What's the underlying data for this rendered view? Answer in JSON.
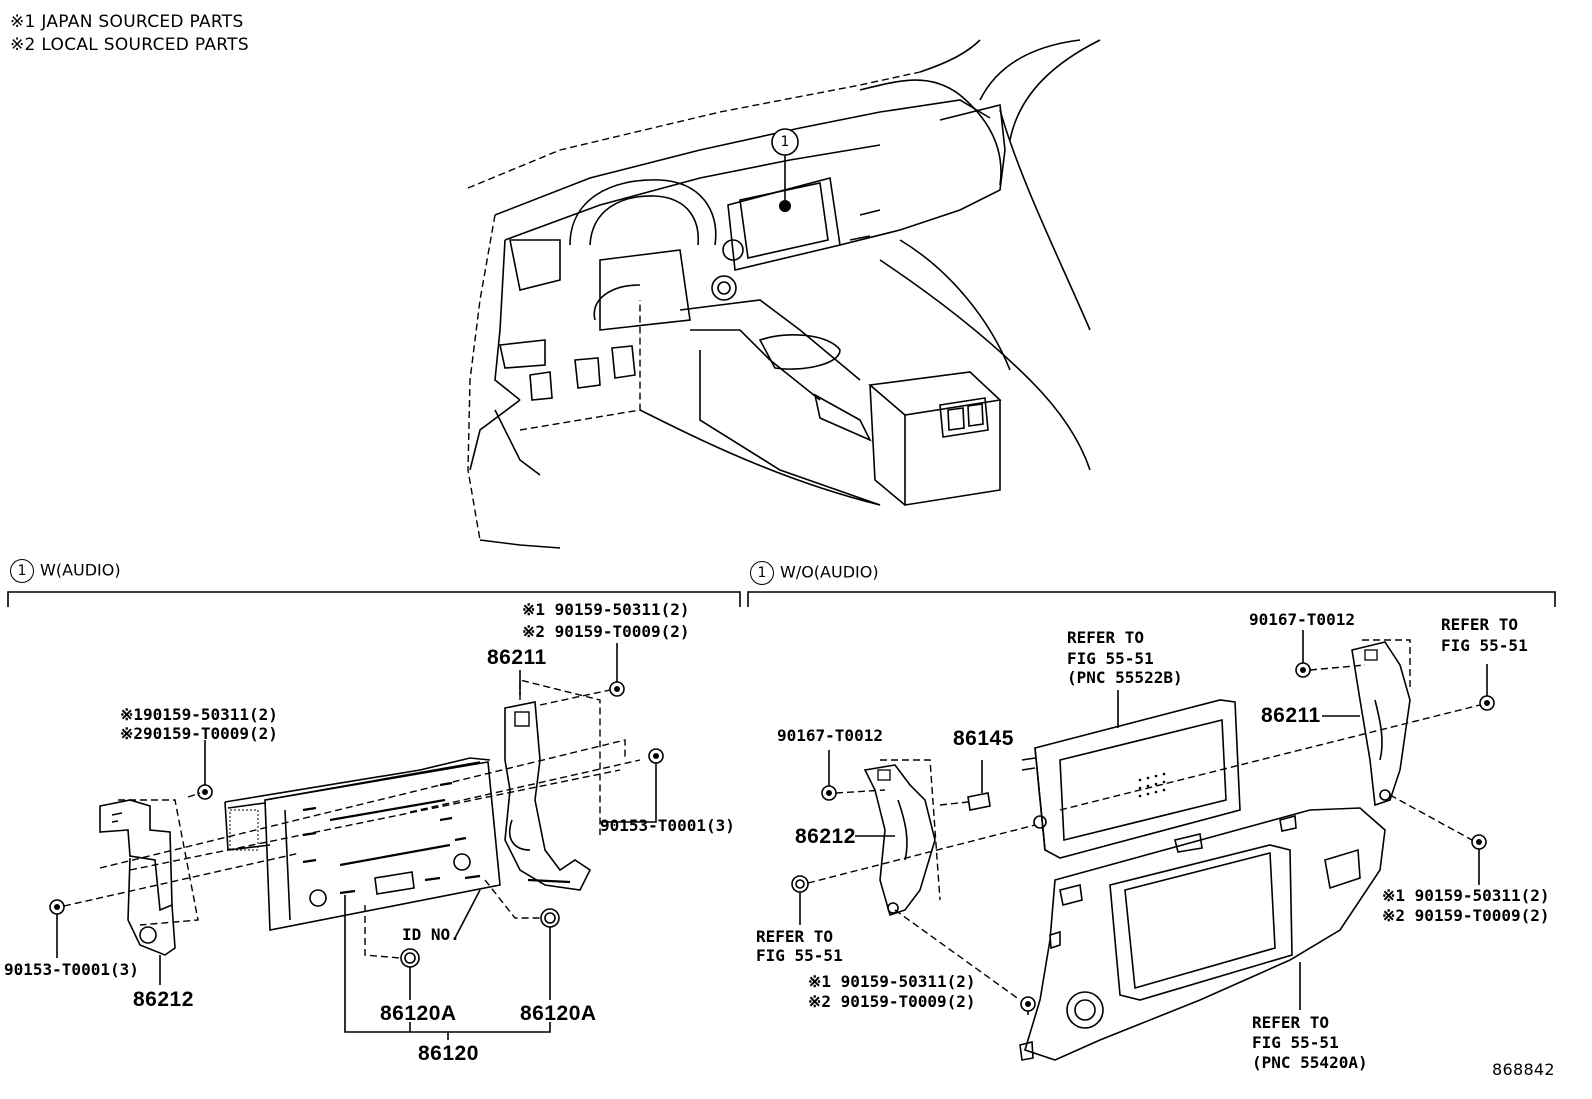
{
  "notes": {
    "line1": "※1 JAPAN SOURCED PARTS",
    "line2": "※2 LOCAL SOURCED PARTS"
  },
  "callout": "1",
  "sections": {
    "with_audio": {
      "marker": "1",
      "title": "W(AUDIO)"
    },
    "without_audio": {
      "marker": "1",
      "title": "W/O(AUDIO)"
    }
  },
  "left": {
    "bolt_top_right_1": "※1 90159-50311(2)",
    "bolt_top_right_2": "※2 90159-T0009(2)",
    "bracket_right": "86211",
    "bolt_left_1": "※190159-50311(2)",
    "bolt_left_2": "※290159-T0009(2)",
    "screw_right": "90153-T0001(3)",
    "screw_left": "90153-T0001(3)",
    "bracket_left": "86212",
    "id_no": "ID NO.",
    "knob_left": "86120A",
    "knob_right": "86120A",
    "receiver": "86120"
  },
  "right": {
    "clip_top": "90167-T0012",
    "refer_display_1": "REFER TO",
    "refer_display_2": "FIG 55-51",
    "refer_display_3": "(PNC 55522B)",
    "refer_top_right_1": "REFER TO",
    "refer_top_right_2": "FIG 55-51",
    "bracket_right": "86211",
    "clip_left": "90167-T0012",
    "connector": "86145",
    "bracket_left": "86212",
    "refer_left_1": "REFER TO",
    "refer_left_2": "FIG 55-51",
    "bolt_bottom_1": "※1 90159-50311(2)",
    "bolt_bottom_2": "※2 90159-T0009(2)",
    "bolt_right_1": "※1 90159-50311(2)",
    "bolt_right_2": "※2 90159-T0009(2)",
    "refer_bottom_1": "REFER TO",
    "refer_bottom_2": "FIG 55-51",
    "refer_bottom_3": "(PNC 55420A)"
  },
  "figure_number": "868842"
}
